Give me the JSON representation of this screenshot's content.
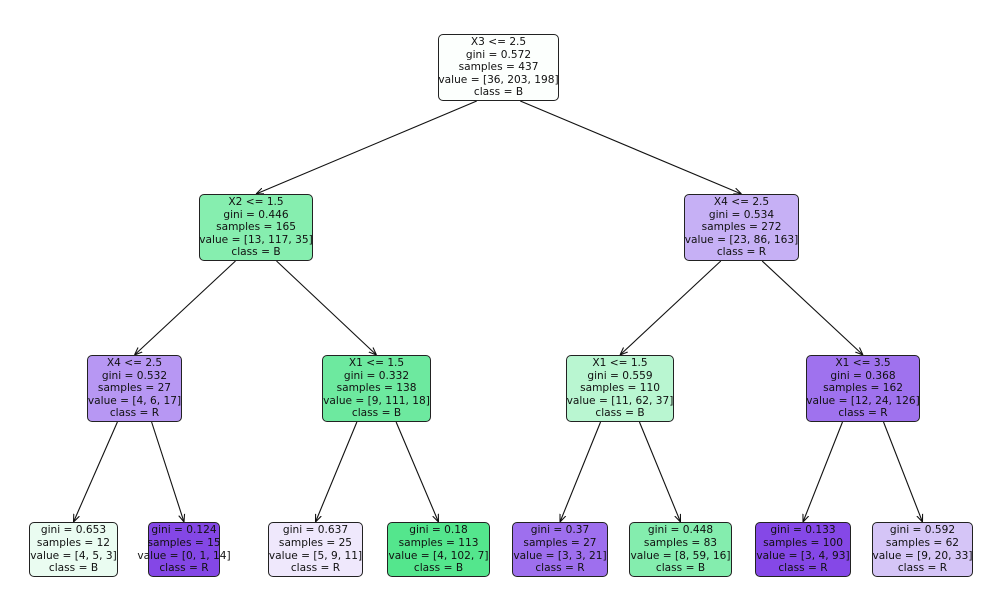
{
  "tree": {
    "nodes": [
      {
        "id": "n0",
        "lines": [
          "X3 <= 2.5",
          "gini = 0.572",
          "samples = 437",
          "value = [36, 203, 198]",
          "class = B"
        ],
        "color": "#fcfffd"
      },
      {
        "id": "n1",
        "lines": [
          "X2 <= 1.5",
          "gini = 0.446",
          "samples = 165",
          "value = [13, 117, 35]",
          "class = B"
        ],
        "color": "#86eeaf"
      },
      {
        "id": "n2",
        "lines": [
          "X4 <= 2.5",
          "gini = 0.534",
          "samples = 272",
          "value = [23, 86, 163]",
          "class = R"
        ],
        "color": "#c6b0f5"
      },
      {
        "id": "n3",
        "lines": [
          "X4 <= 2.5",
          "gini = 0.532",
          "samples = 27",
          "value = [4, 6, 17]",
          "class = R"
        ],
        "color": "#b797f3"
      },
      {
        "id": "n4",
        "lines": [
          "X1 <= 1.5",
          "gini = 0.332",
          "samples = 138",
          "value = [9, 111, 18]",
          "class = B"
        ],
        "color": "#6de99f"
      },
      {
        "id": "n5",
        "lines": [
          "X1 <= 1.5",
          "gini = 0.559",
          "samples = 110",
          "value = [11, 62, 37]",
          "class = B"
        ],
        "color": "#b9f6d1"
      },
      {
        "id": "n6",
        "lines": [
          "X1 <= 3.5",
          "gini = 0.368",
          "samples = 162",
          "value = [12, 24, 126]",
          "class = R"
        ],
        "color": "#9f72ee"
      },
      {
        "id": "n7",
        "lines": [
          "gini = 0.653",
          "samples = 12",
          "value = [4, 5, 3]",
          "class = B"
        ],
        "color": "#eafcf1"
      },
      {
        "id": "n8",
        "lines": [
          "gini = 0.124",
          "samples = 15",
          "value = [0, 1, 14]",
          "class = R"
        ],
        "color": "#8447e6"
      },
      {
        "id": "n9",
        "lines": [
          "gini = 0.637",
          "samples = 25",
          "value = [5, 9, 11]",
          "class = R"
        ],
        "color": "#efe8fc"
      },
      {
        "id": "n10",
        "lines": [
          "gini = 0.18",
          "samples = 113",
          "value = [4, 102, 7]",
          "class = B"
        ],
        "color": "#54e68d"
      },
      {
        "id": "n11",
        "lines": [
          "gini = 0.37",
          "samples = 27",
          "value = [3, 3, 21]",
          "class = R"
        ],
        "color": "#9e6fee"
      },
      {
        "id": "n12",
        "lines": [
          "gini = 0.448",
          "samples = 83",
          "value = [8, 59, 16]",
          "class = B"
        ],
        "color": "#84edae"
      },
      {
        "id": "n13",
        "lines": [
          "gini = 0.133",
          "samples = 100",
          "value = [3, 4, 93]",
          "class = R"
        ],
        "color": "#8548e7"
      },
      {
        "id": "n14",
        "lines": [
          "gini = 0.592",
          "samples = 62",
          "value = [9, 20, 33]",
          "class = R"
        ],
        "color": "#d5c5f7"
      }
    ],
    "edges": [
      [
        "n0",
        "n1"
      ],
      [
        "n0",
        "n2"
      ],
      [
        "n1",
        "n3"
      ],
      [
        "n1",
        "n4"
      ],
      [
        "n2",
        "n5"
      ],
      [
        "n2",
        "n6"
      ],
      [
        "n3",
        "n7"
      ],
      [
        "n3",
        "n8"
      ],
      [
        "n4",
        "n9"
      ],
      [
        "n4",
        "n10"
      ],
      [
        "n5",
        "n11"
      ],
      [
        "n5",
        "n12"
      ],
      [
        "n6",
        "n13"
      ],
      [
        "n6",
        "n14"
      ]
    ]
  }
}
